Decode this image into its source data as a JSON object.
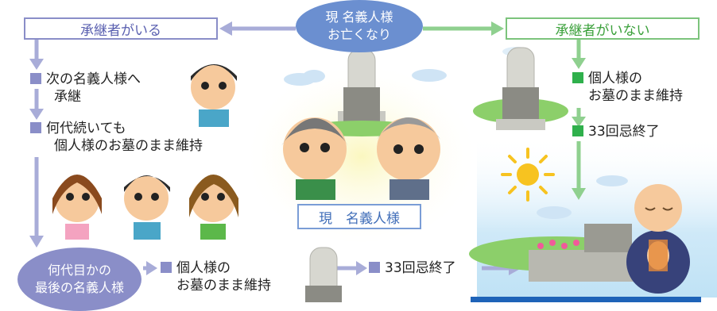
{
  "center_node": {
    "line1": "現 名義人様",
    "line2": "お亡くなり"
  },
  "left_branch": {
    "title": "承継者がいる",
    "step1": {
      "line1": "次の名義人様へ",
      "line2": "承継"
    },
    "step2": {
      "line1": "何代続いても",
      "line2": "個人様のお墓のまま維持"
    },
    "final_node": {
      "line1": "何代目かの",
      "line2": "最後の名義人様"
    },
    "final_step1": {
      "line1": "個人様の",
      "line2": "お墓のまま維持"
    },
    "final_step2": "33回忌終了"
  },
  "right_branch": {
    "title": "承継者がいない",
    "step1": {
      "line1": "個人様の",
      "line2": "お墓のまま維持"
    },
    "step2": "33回忌終了"
  },
  "current_owner_label": "現　名義人様",
  "colors": {
    "purple": "#8a8ec8",
    "green": "#7cc47c",
    "blue": "#6b8fd0",
    "square_green": "#2fb04c"
  }
}
